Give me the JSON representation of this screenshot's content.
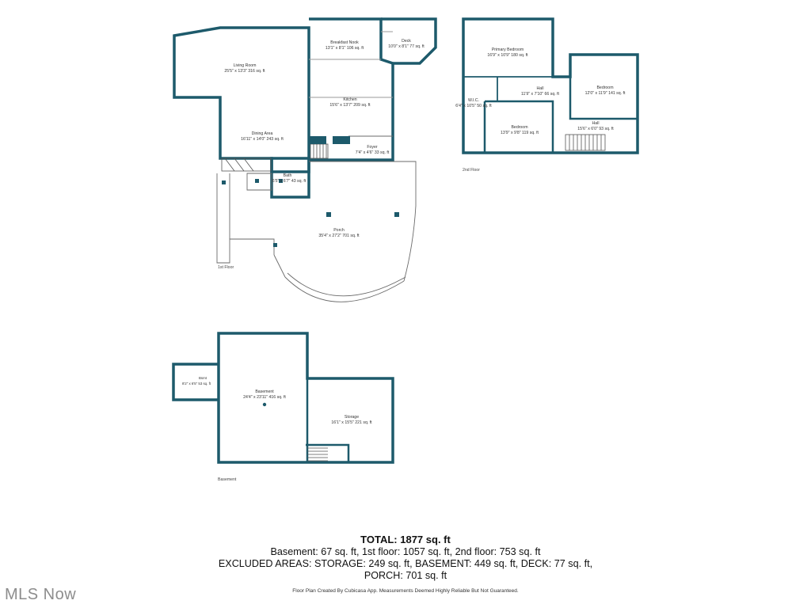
{
  "colors": {
    "wall": "#1d5a6b",
    "thin": "#6a6a6a",
    "label": "#333333",
    "brand": "#8d8d8d"
  },
  "floor_labels": {
    "first": "1st Floor",
    "second": "2nd Floor",
    "basement": "Basement"
  },
  "rooms": {
    "living_room": {
      "name": "Living Room",
      "dims": "25'5\" x 13'3\" 316 sq. ft"
    },
    "dining_area": {
      "name": "Dining Area",
      "dims": "16'11\" x 14'0\" 243 sq. ft"
    },
    "breakfast_nook": {
      "name": "Breakfast Nook",
      "dims": "13'1\" x 8'1\" 106 sq. ft"
    },
    "deck": {
      "name": "Deck",
      "dims": "10'0\" x 8'1\" 77 sq. ft"
    },
    "kitchen": {
      "name": "Kitchen",
      "dims": "15'6\" x 13'7\" 209 sq. ft"
    },
    "foyer": {
      "name": "Foyer",
      "dims": "7'4\" x 4'6\" 33 sq. ft"
    },
    "bath": {
      "name": "Bath",
      "dims": "6'5\" x 6'7\" 43 sq. ft"
    },
    "porch": {
      "name": "Porch",
      "dims": "35'4\" x 27'2\" 701 sq. ft"
    },
    "primary_bedroom": {
      "name": "Primary Bedroom",
      "dims": "16'9\" x 10'9\" 180 sq. ft"
    },
    "hall_upper": {
      "name": "Hall",
      "dims": "11'9\" x 7'10\" 66 sq. ft"
    },
    "wic": {
      "name": "W.I.C.",
      "dims": "6'4\" x 10'5\" 50 sq. ft"
    },
    "bedroom_east": {
      "name": "Bedroom",
      "dims": "12'0\" x 11'9\" 141 sq. ft"
    },
    "bedroom_south": {
      "name": "Bedroom",
      "dims": "13'9\" x 9'8\" 119 sq. ft"
    },
    "hall_lower": {
      "name": "Hall",
      "dims": "15'6\" x 6'0\" 93 sq. ft"
    },
    "bsmt_room": {
      "name": "Bsmt",
      "dims": "8'2\" x 6'5\" 53 sq. ft"
    },
    "basement": {
      "name": "Basement",
      "dims": "24'4\" x 23'11\" 416 sq. ft"
    },
    "storage": {
      "name": "Storage",
      "dims": "16'1\" x 15'5\" 221 sq. ft"
    }
  },
  "totals": {
    "title": "TOTAL: 1877 sq. ft",
    "line1": "Basement: 67 sq. ft, 1st floor: 1057 sq. ft, 2nd floor: 753 sq. ft",
    "line2": "EXCLUDED AREAS: STORAGE: 249 sq. ft, BASEMENT: 449 sq. ft, DECK: 77 sq. ft,",
    "line3": "PORCH: 701 sq. ft"
  },
  "credit": "Floor Plan Created By Cubicasa App. Measurements Deemed Highly Reliable But Not Guaranteed.",
  "brand": "MLS Now"
}
